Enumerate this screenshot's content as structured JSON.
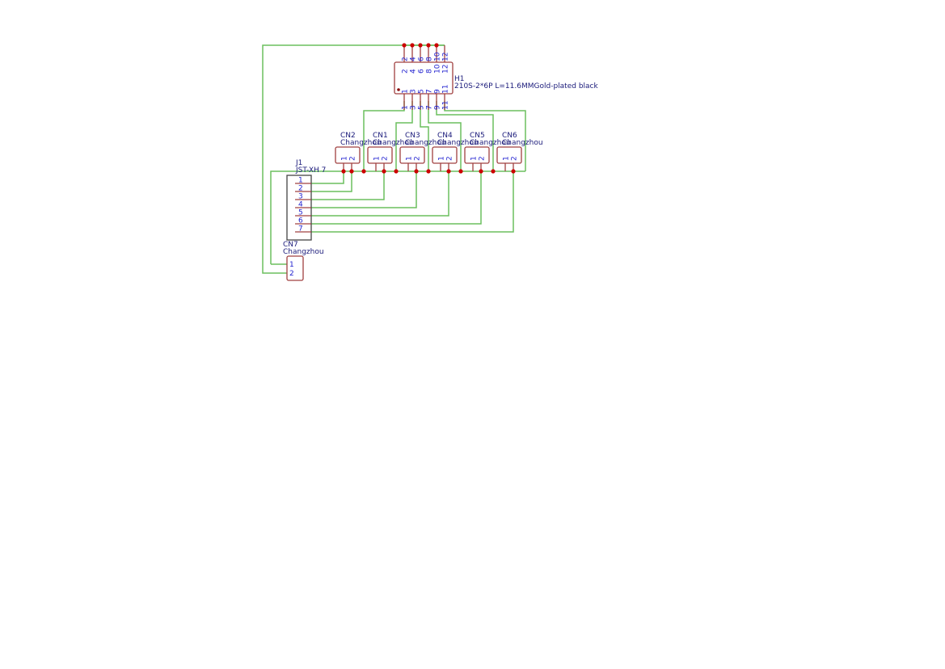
{
  "colors": {
    "wire": "#6cbf5f",
    "component": "#a04040",
    "junction": "#cc0000",
    "text": "#1a1a7a",
    "pin_text": "#2323d0"
  },
  "components": {
    "H1": {
      "ref": "H1",
      "value": "210S-2*6P L=11.6MMGold-plated black",
      "top_pins": [
        "2",
        "4",
        "6",
        "8",
        "10",
        "12"
      ],
      "bottom_pins": [
        "1",
        "3",
        "5",
        "7",
        "9",
        "11"
      ]
    },
    "J1": {
      "ref": "J1",
      "value": "JST-XH 7",
      "pins": [
        "1",
        "2",
        "3",
        "4",
        "5",
        "6",
        "7"
      ]
    },
    "connectors": [
      {
        "ref": "CN2",
        "value": "Changzhou",
        "pins": [
          "1",
          "2"
        ]
      },
      {
        "ref": "CN1",
        "value": "Changzhou",
        "pins": [
          "1",
          "2"
        ]
      },
      {
        "ref": "CN3",
        "value": "Changzhou",
        "pins": [
          "1",
          "2"
        ]
      },
      {
        "ref": "CN4",
        "value": "Changzhou",
        "pins": [
          "1",
          "2"
        ]
      },
      {
        "ref": "CN5",
        "value": "Changzhou",
        "pins": [
          "1",
          "2"
        ]
      },
      {
        "ref": "CN6",
        "value": "Changzhou",
        "pins": [
          "1",
          "2"
        ]
      }
    ],
    "CN7": {
      "ref": "CN7",
      "value": "Changzhou",
      "pins": [
        "1",
        "2"
      ]
    }
  }
}
